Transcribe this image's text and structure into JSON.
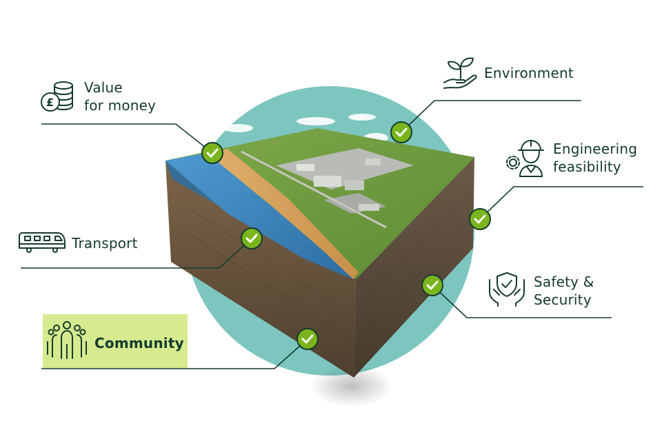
{
  "criteria": [
    {
      "id": "value",
      "lines": [
        "Value",
        "for money"
      ],
      "icon": "pound-coins-icon"
    },
    {
      "id": "environment",
      "lines": [
        "Environment"
      ],
      "icon": "plant-hand-icon"
    },
    {
      "id": "engineering",
      "lines": [
        "Engineering",
        "feasibility"
      ],
      "icon": "engineer-gear-icon"
    },
    {
      "id": "transport",
      "lines": [
        "Transport"
      ],
      "icon": "train-icon"
    },
    {
      "id": "safety",
      "lines": [
        "Safety &",
        "Security"
      ],
      "icon": "shield-hands-icon"
    },
    {
      "id": "community",
      "lines": [
        "Community"
      ],
      "icon": "people-group-icon",
      "highlighted": true
    }
  ],
  "colors": {
    "text": "#133a2c",
    "check": "#7ab51d",
    "highlight": "#d6ea8f",
    "circle": "#7cc6bf"
  }
}
